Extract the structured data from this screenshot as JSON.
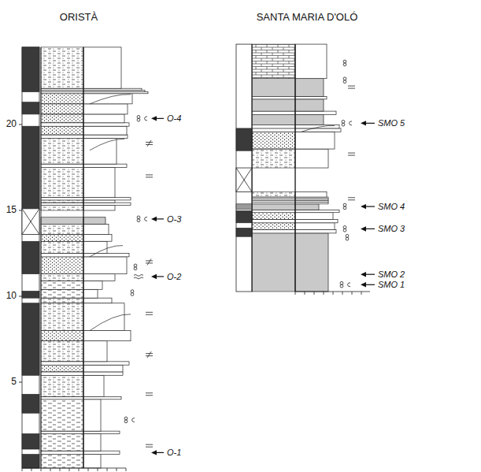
{
  "diagram": {
    "labels": [
      "ORISTÀ",
      "SANTA MARIA D'OLÓ",
      "20",
      "15",
      "10",
      "5",
      "O-4",
      "O-3",
      "O-2",
      "O-1",
      "SMO 5",
      "SMO 4",
      "SMO 3",
      "SMO 2",
      "SMO 1"
    ]
  }
}
